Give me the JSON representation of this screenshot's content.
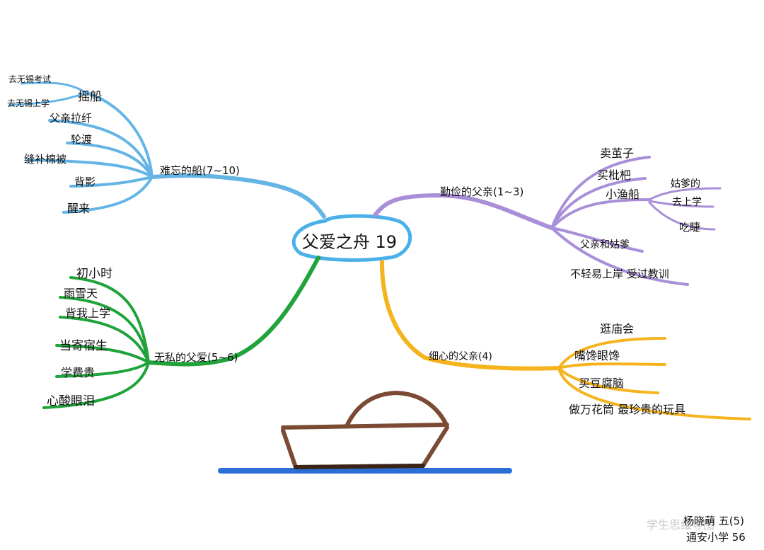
{
  "center": {
    "title": "父爱之舟 19"
  },
  "branches": {
    "blue": {
      "label": "难忘的船(7~10)",
      "items": [
        "去无锡考试",
        "去无锡上学",
        "摇船",
        "父亲拉纤",
        "轮渡",
        "缝补棉被",
        "背影",
        "醒来"
      ]
    },
    "purple": {
      "label": "勤俭的父亲(1~3)",
      "items": [
        "卖茧子",
        "买枇杷",
        "小渔船",
        "姑爹的",
        "去上学",
        "吃睫",
        "父亲和姑爹",
        "不轻易上岸 受过教训"
      ]
    },
    "green": {
      "label": "无私的父爱(5~6)",
      "items": [
        "初小时",
        "雨雪天",
        "背我上学",
        "当寄宿生",
        "学费贵",
        "心酸眼泪"
      ]
    },
    "orange": {
      "label": "细心的父亲(4)",
      "items": [
        "逛庙会",
        "嘴馋眼馋",
        "买豆腐脑",
        "做万花筒 最珍贵的玩具"
      ]
    }
  },
  "credit": {
    "line1": "杨晓萌 五(5)",
    "line2": "通安小学 56"
  },
  "watermark": "学生思维导图",
  "colors": {
    "blue": "#64b5e6",
    "purple": "#a98fd8",
    "green": "#1fa33a",
    "orange": "#f5b41e",
    "boat": "#7a4a32",
    "water": "#2a6fd6",
    "center_border": "#4ab0e8"
  }
}
